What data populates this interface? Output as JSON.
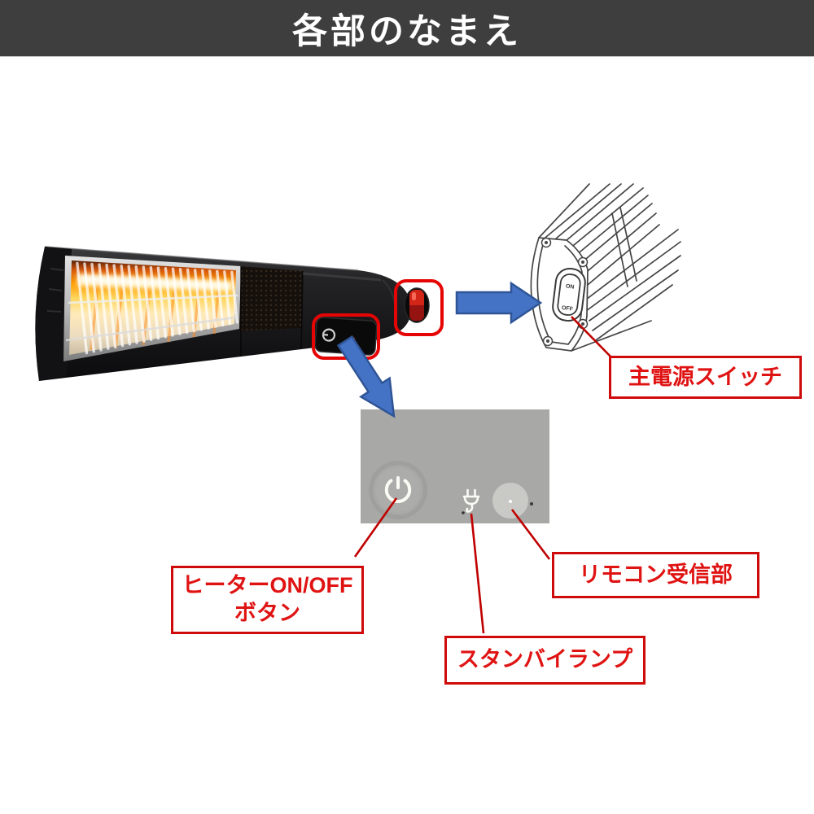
{
  "title": "各部のなまえ",
  "callouts": {
    "main_power_switch": "主電源スイッチ",
    "heater_button_line1": "ヒーターON/OFF",
    "heater_button_line2": "ボタン",
    "standby_lamp": "スタンバイランプ",
    "remote_receiver": "リモコン受信部"
  },
  "end_cap_drawing": {
    "switch_on": "ON",
    "switch_off": "OFF"
  },
  "icons": {
    "power_button": "power-icon",
    "standby_lamp": "plug-icon",
    "remote_receiver": "ir-receiver-window"
  },
  "colors": {
    "title_bar": "#3e3e3e",
    "callout_red": "#e01313",
    "box_border_red": "#cf0a0a",
    "highlight_red": "#e60505",
    "leader_line_red": "#c00000",
    "arrow_blue_fill": "#4472c4",
    "arrow_blue_border": "#2f5597",
    "panel_gray": "#a8a8a6"
  }
}
